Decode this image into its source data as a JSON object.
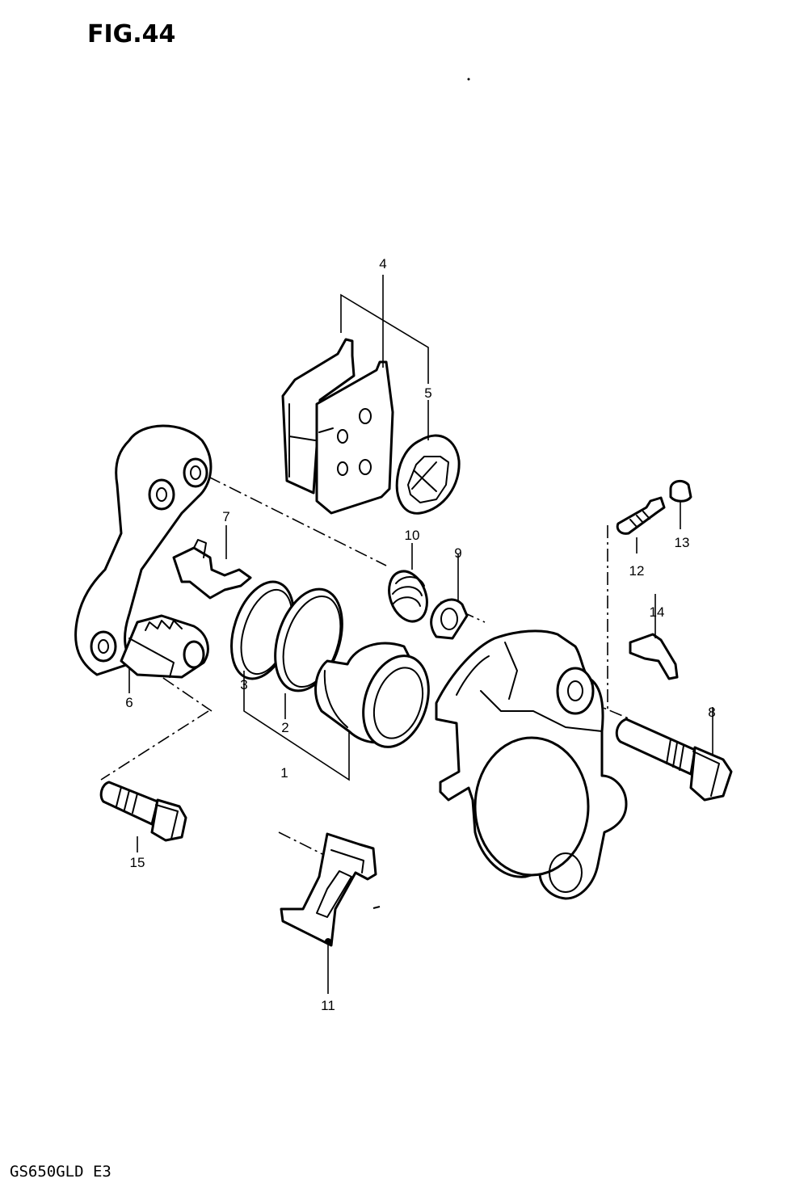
{
  "figure": {
    "title": "FIG.44",
    "model_code": "GS650GLD E3"
  },
  "callouts": [
    {
      "id": "c1",
      "label": "1"
    },
    {
      "id": "c2",
      "label": "2"
    },
    {
      "id": "c3",
      "label": "3"
    },
    {
      "id": "c4",
      "label": "4"
    },
    {
      "id": "c5",
      "label": "5"
    },
    {
      "id": "c6",
      "label": "6"
    },
    {
      "id": "c7",
      "label": "7"
    },
    {
      "id": "c8",
      "label": "8"
    },
    {
      "id": "c9",
      "label": "9"
    },
    {
      "id": "c10",
      "label": "10"
    },
    {
      "id": "c11",
      "label": "11"
    },
    {
      "id": "c12",
      "label": "12"
    },
    {
      "id": "c13",
      "label": "13"
    },
    {
      "id": "c14",
      "label": "14"
    },
    {
      "id": "c15",
      "label": "15"
    }
  ]
}
